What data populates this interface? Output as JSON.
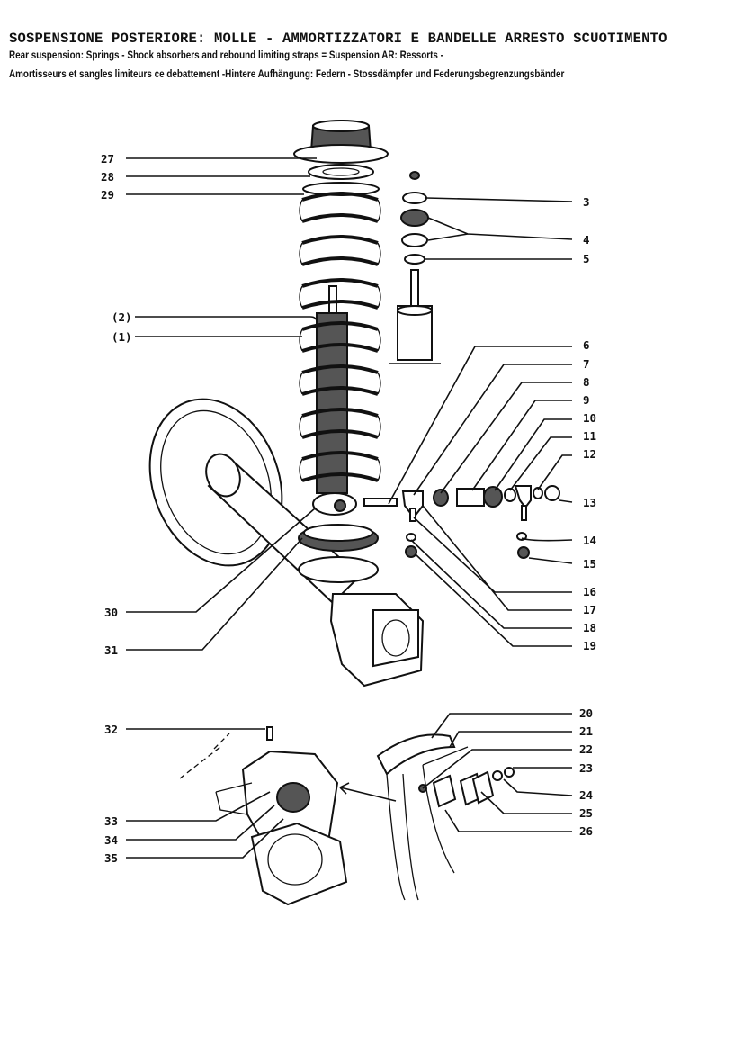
{
  "header": {
    "title": "SOSPENSIONE POSTERIORE: MOLLE - AMMORTIZZATORI E BANDELLE ARRESTO SCUOTIMENTO",
    "subtitle_line1": "Rear suspension: Springs - Shock absorbers and rebound limiting straps  =  Suspension AR: Ressorts -",
    "subtitle_line2": "Amortisseurs et sangles limiteurs ce debattement -Hintere Aufhängung: Federn - Stossdämpfer und Federungsbegrenzungsbänder"
  },
  "callouts": {
    "n27": "27",
    "n28": "28",
    "n29": "29",
    "n2p": "(2)",
    "n1p": "(1)",
    "n3": "3",
    "n4": "4",
    "n5": "5",
    "n6": "6",
    "n7": "7",
    "n8": "8",
    "n9": "9",
    "n10": "10",
    "n11": "11",
    "n12": "12",
    "n13": "13",
    "n14": "14",
    "n15": "15",
    "n16": "16",
    "n17": "17",
    "n18": "18",
    "n19": "19",
    "n30": "30",
    "n31": "31",
    "n20": "20",
    "n21": "21",
    "n22": "22",
    "n23": "23",
    "n24": "24",
    "n25": "25",
    "n26": "26",
    "n32": "32",
    "n33": "33",
    "n34": "34",
    "n35": "35"
  }
}
